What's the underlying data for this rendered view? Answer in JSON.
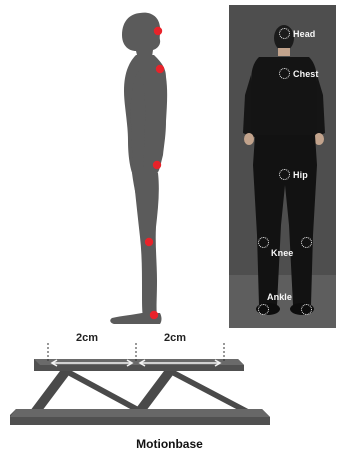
{
  "colors": {
    "silhouette": "#5b5b5b",
    "marker_side": "#e8232a",
    "photo_background": "#4e4e4e",
    "clothing": "#141414",
    "skin": "#c2a38c",
    "marker_ring": "#f2f2f2",
    "label_text": "#f7f7f7",
    "base_metal": "#505050",
    "dimension_arrow": "#f4f4f4"
  },
  "side_view": {
    "markers": [
      "head",
      "chest",
      "hip",
      "knee",
      "ankle"
    ]
  },
  "back_view": {
    "markers": [
      {
        "label": "Head"
      },
      {
        "label": "Chest"
      },
      {
        "label": "Hip"
      },
      {
        "label": "Knee"
      },
      {
        "label": "Ankle"
      }
    ]
  },
  "motion_base": {
    "dimension_left": "2cm",
    "dimension_right": "2cm",
    "caption": "Motionbase"
  }
}
